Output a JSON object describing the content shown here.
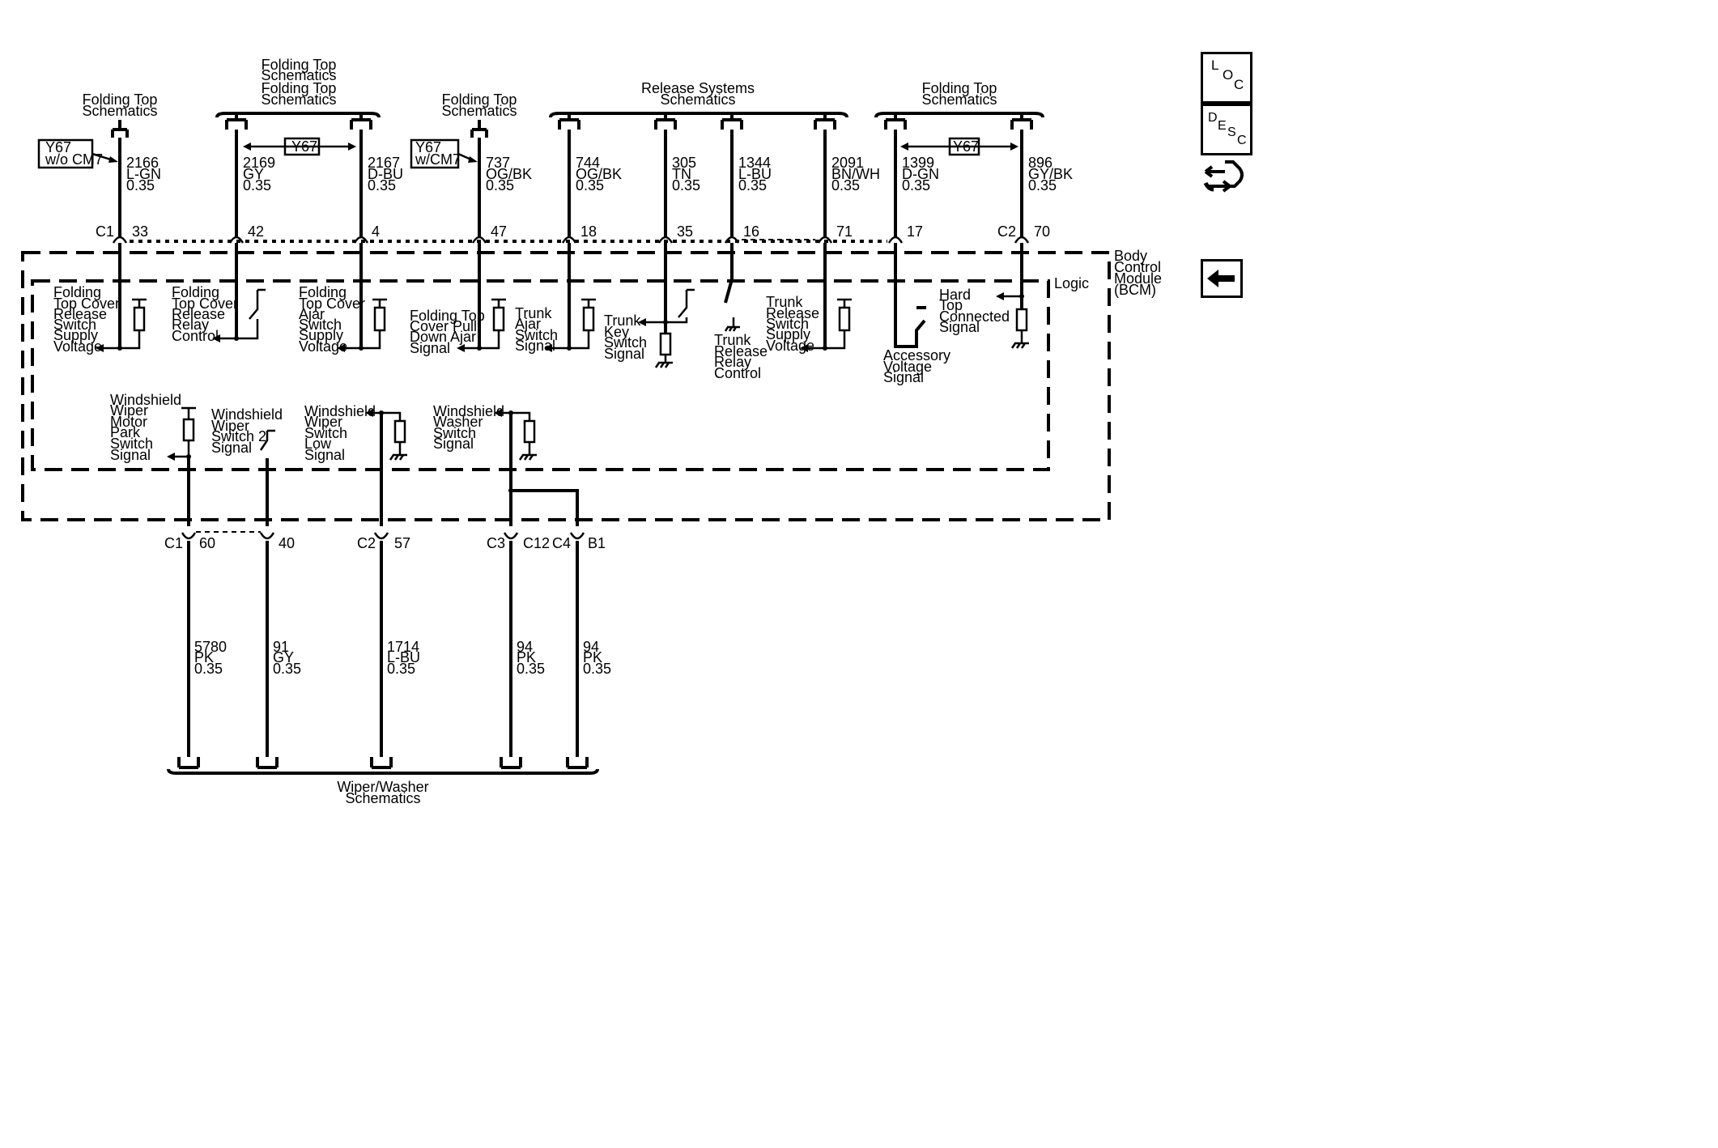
{
  "modules": {
    "bcm": [
      "Body",
      "Control",
      "Module",
      "(BCM)"
    ],
    "logic": "Logic"
  },
  "top": {
    "y67_left": [
      "Y67",
      "w/o CM7"
    ],
    "y67_mid": [
      "Y67",
      "w/CM7"
    ],
    "y67_a": "Y67",
    "y67_b": "Y67",
    "dest_folding_a": [
      "Folding Top",
      "Schematics"
    ],
    "dest_folding_b": [
      "Folding Top",
      "Schematics",
      "Folding Top",
      "Schematics"
    ],
    "dest_folding_c": [
      "Folding Top",
      "Schematics"
    ],
    "dest_release": [
      "Release Systems",
      "Schematics"
    ],
    "dest_folding_d": [
      "Folding Top",
      "Schematics"
    ],
    "connectors": {
      "c1": "C1",
      "c2": "C2"
    },
    "wires": [
      {
        "circuit": "2166",
        "color": "L-GN",
        "gauge": "0.35",
        "pin": "33"
      },
      {
        "circuit": "2169",
        "color": "GY",
        "gauge": "0.35",
        "pin": "42"
      },
      {
        "circuit": "2167",
        "color": "D-BU",
        "gauge": "0.35",
        "pin": "4"
      },
      {
        "circuit": "737",
        "color": "OG/BK",
        "gauge": "0.35",
        "pin": "47"
      },
      {
        "circuit": "744",
        "color": "OG/BK",
        "gauge": "0.35",
        "pin": "18"
      },
      {
        "circuit": "305",
        "color": "TN",
        "gauge": "0.35",
        "pin": "35"
      },
      {
        "circuit": "1344",
        "color": "L-BU",
        "gauge": "0.35",
        "pin": "16"
      },
      {
        "circuit": "2091",
        "color": "BN/WH",
        "gauge": "0.35",
        "pin": "71"
      },
      {
        "circuit": "1399",
        "color": "D-GN",
        "gauge": "0.35",
        "pin": "17"
      },
      {
        "circuit": "896",
        "color": "GY/BK",
        "gauge": "0.35",
        "pin": "70"
      }
    ]
  },
  "signals": {
    "s1": [
      "Folding",
      "Top Cover",
      "Release",
      "Switch",
      "Supply",
      "Voltage"
    ],
    "s2": [
      "Folding",
      "Top Cover",
      "Release",
      "Relay",
      "Control"
    ],
    "s3": [
      "Folding",
      "Top Cover",
      "Ajar",
      "Switch",
      "Supply",
      "Voltage"
    ],
    "s4": [
      "Folding Top",
      "Cover Pull",
      "Down Ajar",
      "Signal"
    ],
    "s5": [
      "Trunk",
      "Ajar",
      "Switch",
      "Signal"
    ],
    "s6": [
      "Trunk",
      "Key",
      "Switch",
      "Signal"
    ],
    "s7": [
      "Trunk",
      "Release",
      "Relay",
      "Control"
    ],
    "s8": [
      "Trunk",
      "Release",
      "Switch",
      "Supply",
      "Voltage"
    ],
    "s9": [
      "Accessory",
      "Voltage",
      "Signal"
    ],
    "s10": [
      "Hard",
      "Top",
      "Connected",
      "Signal"
    ],
    "w1": [
      "Windshield",
      "Wiper",
      "Motor",
      "Park",
      "Switch",
      "Signal"
    ],
    "w2": [
      "Windshield",
      "Wiper",
      "Switch 2",
      "Signal"
    ],
    "w3": [
      "Windshield",
      "Wiper",
      "Switch",
      "Low",
      "Signal"
    ],
    "w4": [
      "Windshield",
      "Washer",
      "Switch",
      "Signal"
    ]
  },
  "bottom": {
    "connectors": {
      "c1": "C1",
      "c2": "C2",
      "c3": "C3",
      "c12": "C12",
      "c4": "C4"
    },
    "pins": {
      "p60": "60",
      "p40": "40",
      "p57": "57",
      "pb1": "B1"
    },
    "wires": [
      {
        "circuit": "5780",
        "color": "PK",
        "gauge": "0.35"
      },
      {
        "circuit": "91",
        "color": "GY",
        "gauge": "0.35"
      },
      {
        "circuit": "1714",
        "color": "L-BU",
        "gauge": "0.35"
      },
      {
        "circuit": "94",
        "color": "PK",
        "gauge": "0.35"
      },
      {
        "circuit": "94",
        "color": "PK",
        "gauge": "0.35"
      }
    ],
    "dest_wiper": [
      "Wiper/Washer",
      "Schematics"
    ]
  },
  "nav": {
    "loc": [
      "L",
      "O",
      "C"
    ],
    "desc": [
      "D",
      "E",
      "S",
      "C"
    ],
    "wrench_icon": "tool-icon",
    "back_icon": "back-arrow-icon"
  }
}
